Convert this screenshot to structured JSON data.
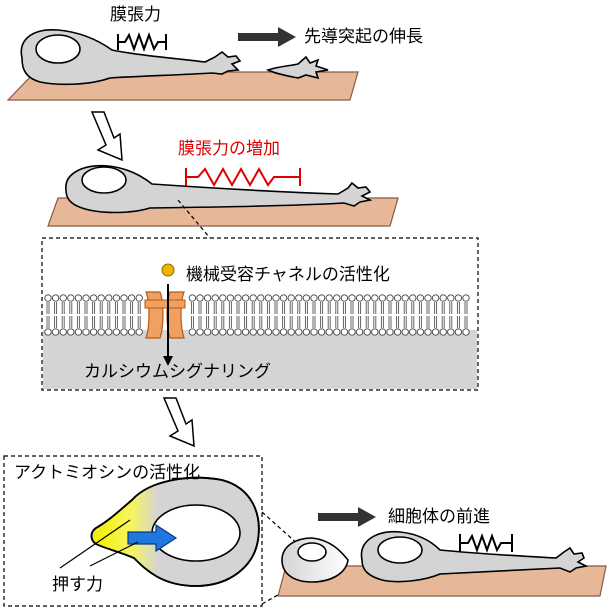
{
  "labels": {
    "membrane_tension": "膜張力",
    "neurite_extension": "先導突起の伸長",
    "tension_increase": "膜張力の増加",
    "mechanoreceptor_activation": "機械受容チャネルの活性化",
    "calcium_signaling": "カルシウムシグナリング",
    "actomyosin_activation": "アクトミオシンの活性化",
    "pushing_force": "押す力",
    "soma_translocation": "細胞体の前進"
  },
  "colors": {
    "substrate": "#e7b898",
    "cell": "#d4d4d4",
    "highlight_red": "#e00000",
    "channel": "#f0a060",
    "ion": "#f0b400",
    "actomyosin": "#f0f000",
    "force_arrow": "#1e78e0"
  }
}
